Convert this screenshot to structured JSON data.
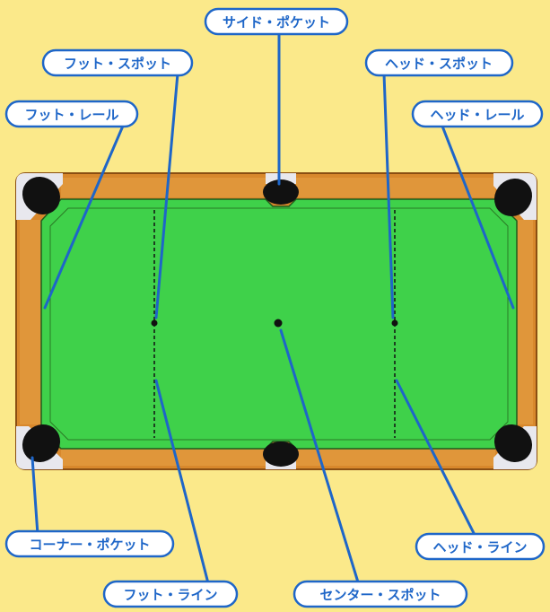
{
  "labels": {
    "side_pocket": "サイド・ポケット",
    "foot_spot": "フット・スポット",
    "head_spot": "ヘッド・スポット",
    "foot_rail": "フット・レール",
    "head_rail": "ヘッド・レール",
    "corner_pocket": "コーナー・ポケット",
    "head_line": "ヘッド・ライン",
    "foot_line": "フット・ライン",
    "center_spot": "センター・スポット"
  },
  "colors": {
    "background": "#fbe98a",
    "cloth": "#3fd14a",
    "rail": "#d8882c",
    "rail_edge": "#8a4e12",
    "pocket": "#111111",
    "pocket_plate": "#e8e8ee",
    "label_text": "#1e66c8",
    "label_border": "#1e66c8",
    "leader": "#1e66c8"
  }
}
